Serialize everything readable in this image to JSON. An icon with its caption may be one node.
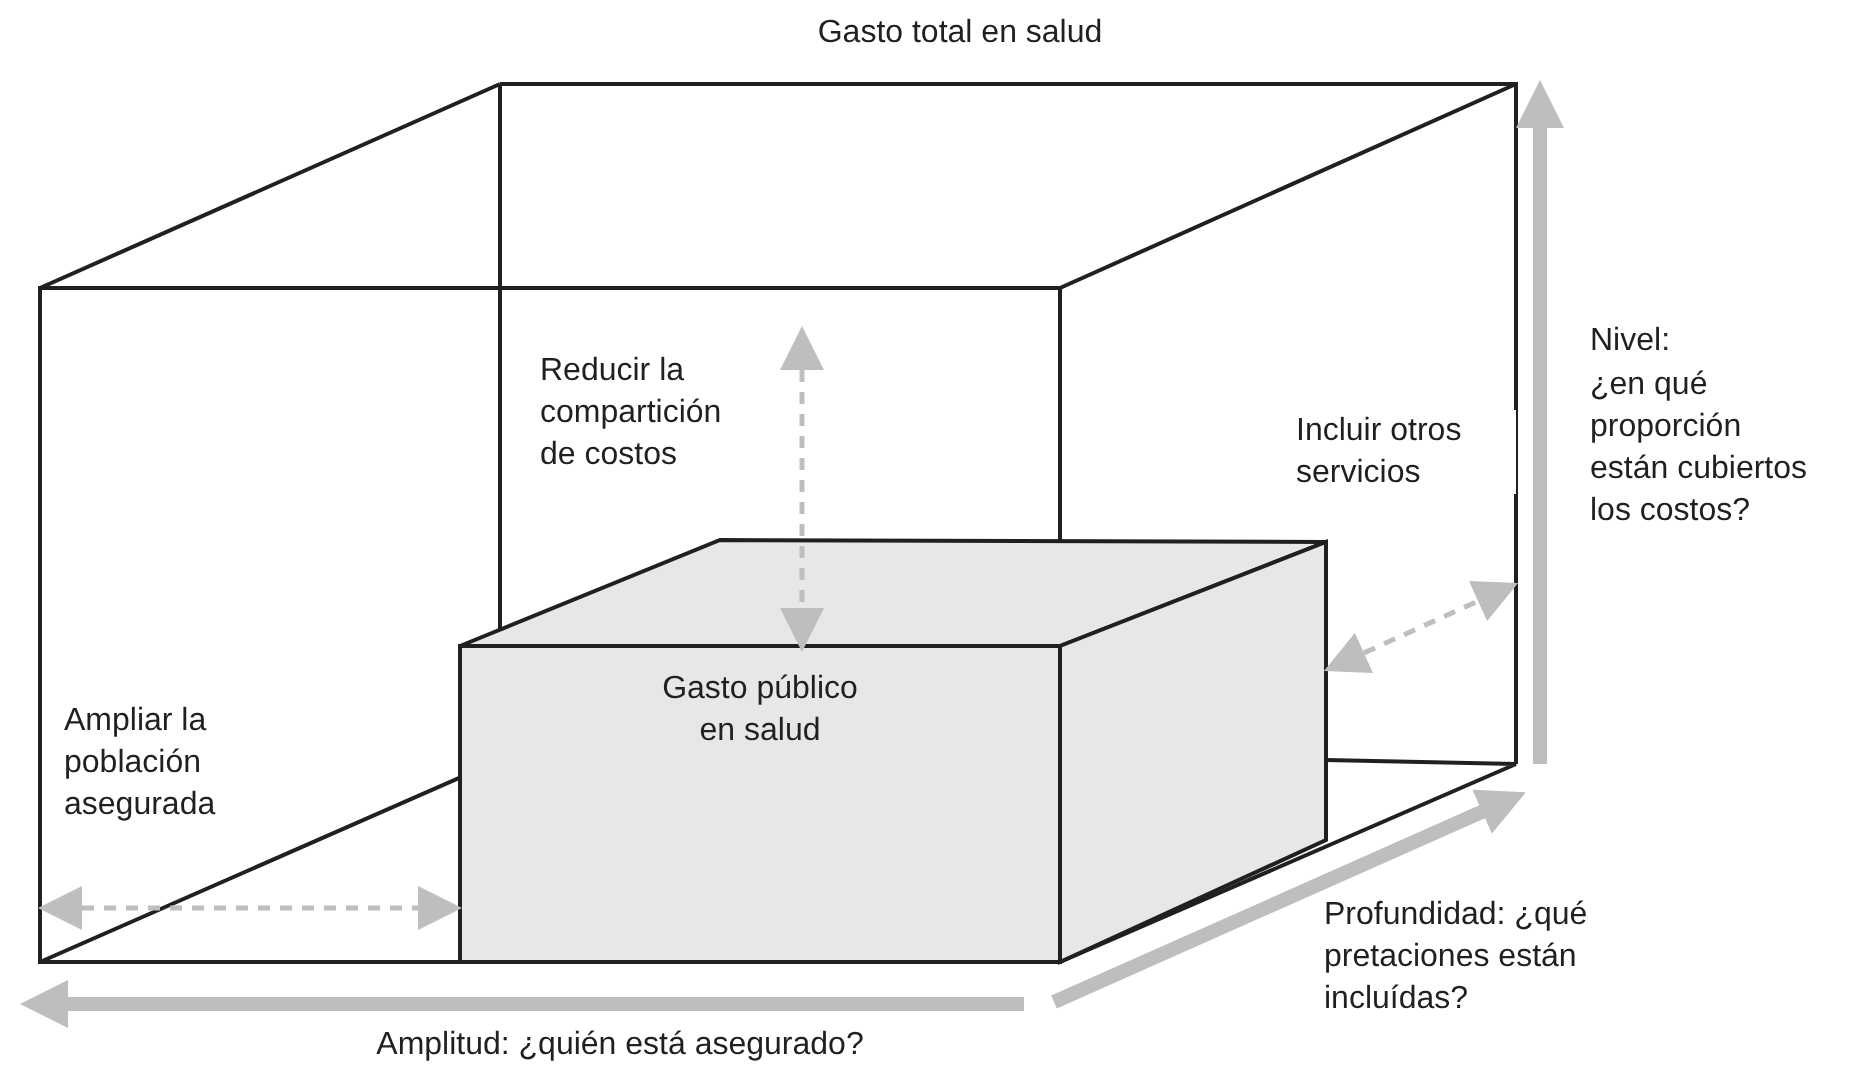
{
  "diagram": {
    "nodes": [
      {
        "text": [
          "Gasto total en salud"
        ]
      },
      {
        "text": [
          "Gasto público en salud"
        ],
        "in": 0
      }
    ],
    "edges": [
      {
        "from": 0,
        "to": 1,
        "arrow": "both",
        "style": "dashed"
      },
      {
        "from": 1,
        "to": 0,
        "arrow": "both",
        "style": "dashed"
      }
    ],
    "labels": [
      "Nivel:",
      "¿en qué proporción están cubiertos los costos?",
      "Reducir la compartición de costos",
      "Incluir otros servicios",
      "Ampliar la población asegurada",
      "Profundidad: ¿qué pretaciones están incluídas?",
      "Amplitud: ¿quién está asegurado?"
    ]
  }
}
